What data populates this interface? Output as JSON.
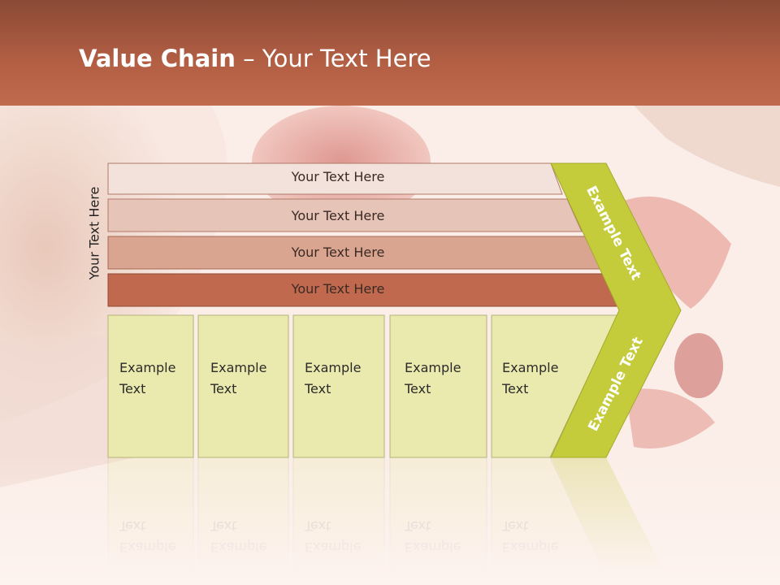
{
  "title": {
    "bold": "Value Chain",
    "rest": " – Your Text Here"
  },
  "side_label": "Your Text Here",
  "rows": [
    {
      "label": "Your Text Here",
      "fill": "#f3e2dc"
    },
    {
      "label": "Your Text Here",
      "fill": "#e7c4b8"
    },
    {
      "label": "Your Text Here",
      "fill": "#d9a591"
    },
    {
      "label": "Your Text Here",
      "fill": "#c1694e"
    }
  ],
  "boxes": [
    {
      "label": "Example\nText"
    },
    {
      "label": "Example\nText"
    },
    {
      "label": "Example\nText"
    },
    {
      "label": "Example\nText"
    },
    {
      "label": "Example\nText"
    }
  ],
  "chevron": {
    "top_label": "Example Text",
    "bottom_label": "Example Text",
    "fill": "#c5cc3c"
  },
  "colors": {
    "box_fill": "#ebeaae",
    "header": "#b35f44"
  }
}
